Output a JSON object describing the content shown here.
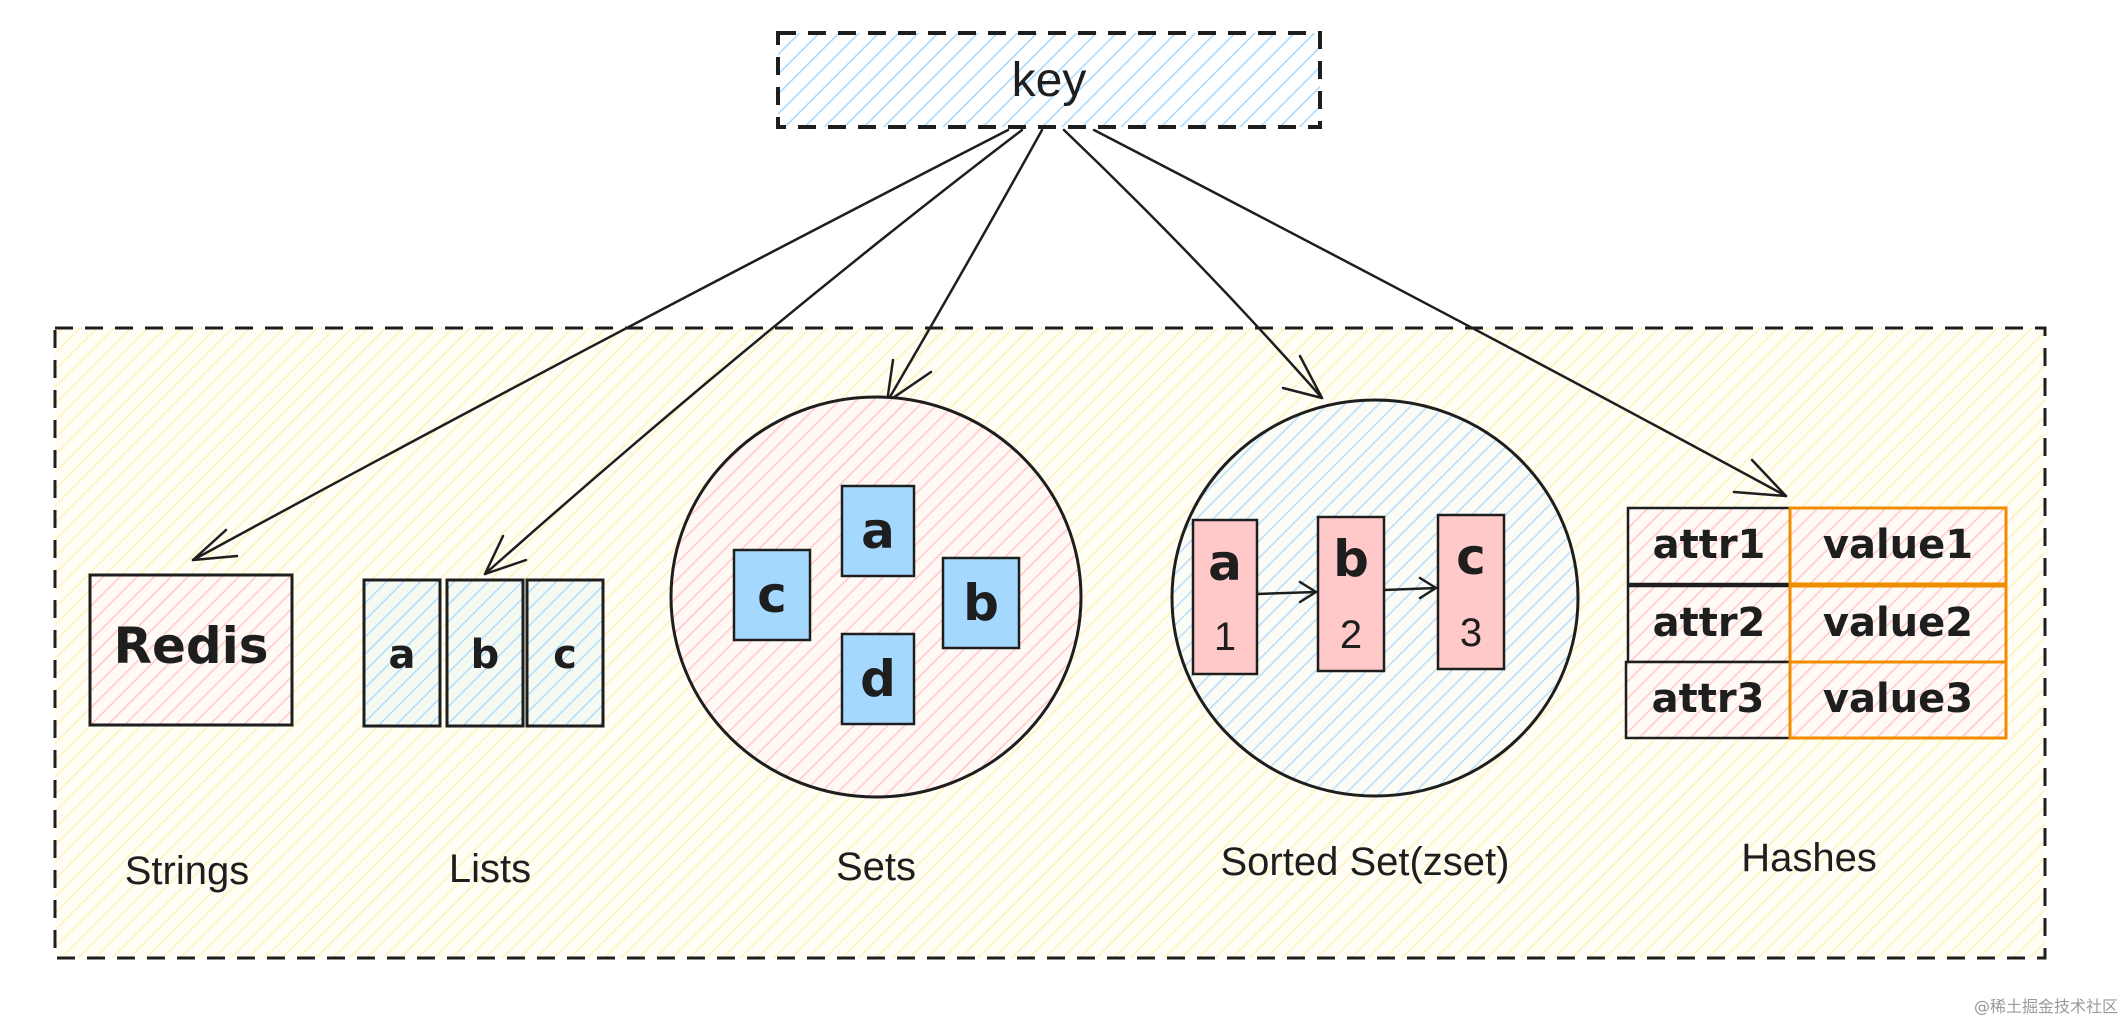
{
  "key": {
    "label": "key"
  },
  "strings": {
    "caption": "Strings",
    "value": "Redis"
  },
  "lists": {
    "caption": "Lists",
    "items": [
      "a",
      "b",
      "c"
    ]
  },
  "sets": {
    "caption": "Sets",
    "members": [
      "a",
      "c",
      "b",
      "d"
    ]
  },
  "zset": {
    "caption": "Sorted Set(zset)",
    "members": [
      {
        "member": "a",
        "score": "1"
      },
      {
        "member": "b",
        "score": "2"
      },
      {
        "member": "c",
        "score": "3"
      }
    ]
  },
  "hashes": {
    "caption": "Hashes",
    "rows": [
      {
        "field": "attr1",
        "value": "value1"
      },
      {
        "field": "attr2",
        "value": "value2"
      },
      {
        "field": "attr3",
        "value": "value3"
      }
    ]
  },
  "watermark": "@稀土掘金技术社区",
  "colors": {
    "stroke": "#1e1e1e",
    "key_fill": "#a5d8ff",
    "container_fill": "#fff3bf",
    "pink_fill": "#ffc9c9",
    "blue_fill": "#a5d8ff",
    "orange_stroke": "#f08c00"
  }
}
